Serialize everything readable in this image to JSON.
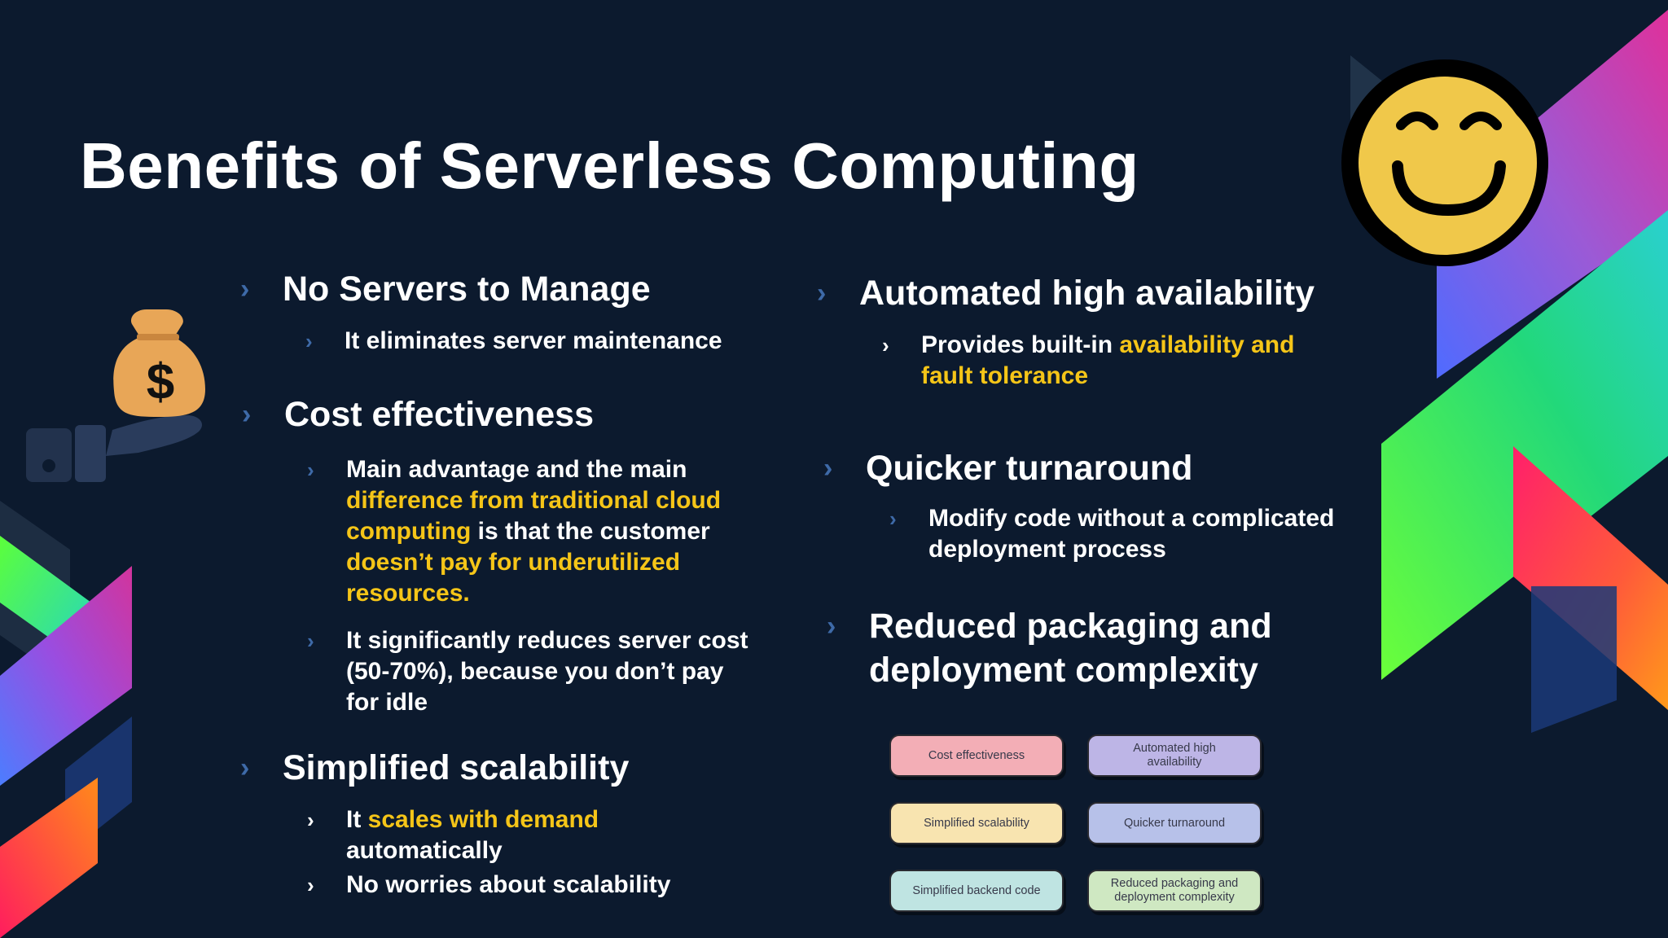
{
  "slide": {
    "title": "Benefits of Serverless Computing"
  },
  "icons": {
    "left": "money-bag-hand-icon",
    "right": "smiley-face-icon",
    "bullet": "chevron-right-icon"
  },
  "colors": {
    "background": "#0c1a2e",
    "highlight": "#f5c518",
    "bullet": "#3e6aa8",
    "smiley": "#f0c84a"
  },
  "left_column": {
    "no_servers": {
      "heading": "No Servers to Manage",
      "point_1": "It eliminates server maintenance"
    },
    "cost": {
      "heading": "Cost effectiveness",
      "point_1": {
        "l1": "Main advantage and the main",
        "l2": "difference from traditional cloud",
        "l3a": "computing",
        "l3b": " is that the customer",
        "l4": "doesn’t pay for underutilized",
        "l5": "resources."
      },
      "point_2": {
        "l1": "It significantly reduces server cost",
        "l2": "(50-70%), because you don’t pay",
        "l3": "for idle"
      }
    },
    "scalability": {
      "heading": "Simplified scalability",
      "point_1": {
        "a": "It ",
        "b": "scales with demand",
        "c": "automatically"
      },
      "point_2": "No worries about scalability"
    }
  },
  "right_column": {
    "availability": {
      "heading": "Automated high availability",
      "point_1": {
        "a": "Provides built-in ",
        "b": "availability and",
        "c": "fault tolerance"
      }
    },
    "turnaround": {
      "heading": "Quicker turnaround",
      "point_1": {
        "l1": "Modify code without a complicated",
        "l2": "deployment process"
      }
    },
    "packaging": {
      "heading_l1": "Reduced packaging and",
      "heading_l2": "deployment complexity"
    }
  },
  "tags": {
    "t1": {
      "l1": "Cost effectiveness",
      "l2": "",
      "color": "#f3aeb6"
    },
    "t2": {
      "l1": "Automated high",
      "l2": "availability",
      "color": "#bdb5e6"
    },
    "t3": {
      "l1": "Simplified scalability",
      "l2": "",
      "color": "#f8e4b0"
    },
    "t4": {
      "l1": "Quicker turnaround",
      "l2": "",
      "color": "#b7c1e9"
    },
    "t5": {
      "l1": "Simplified backend code",
      "l2": "",
      "color": "#bfe4e2"
    },
    "t6": {
      "l1": "Reduced packaging and",
      "l2": "deployment complexity",
      "color": "#cfe8c2"
    }
  }
}
